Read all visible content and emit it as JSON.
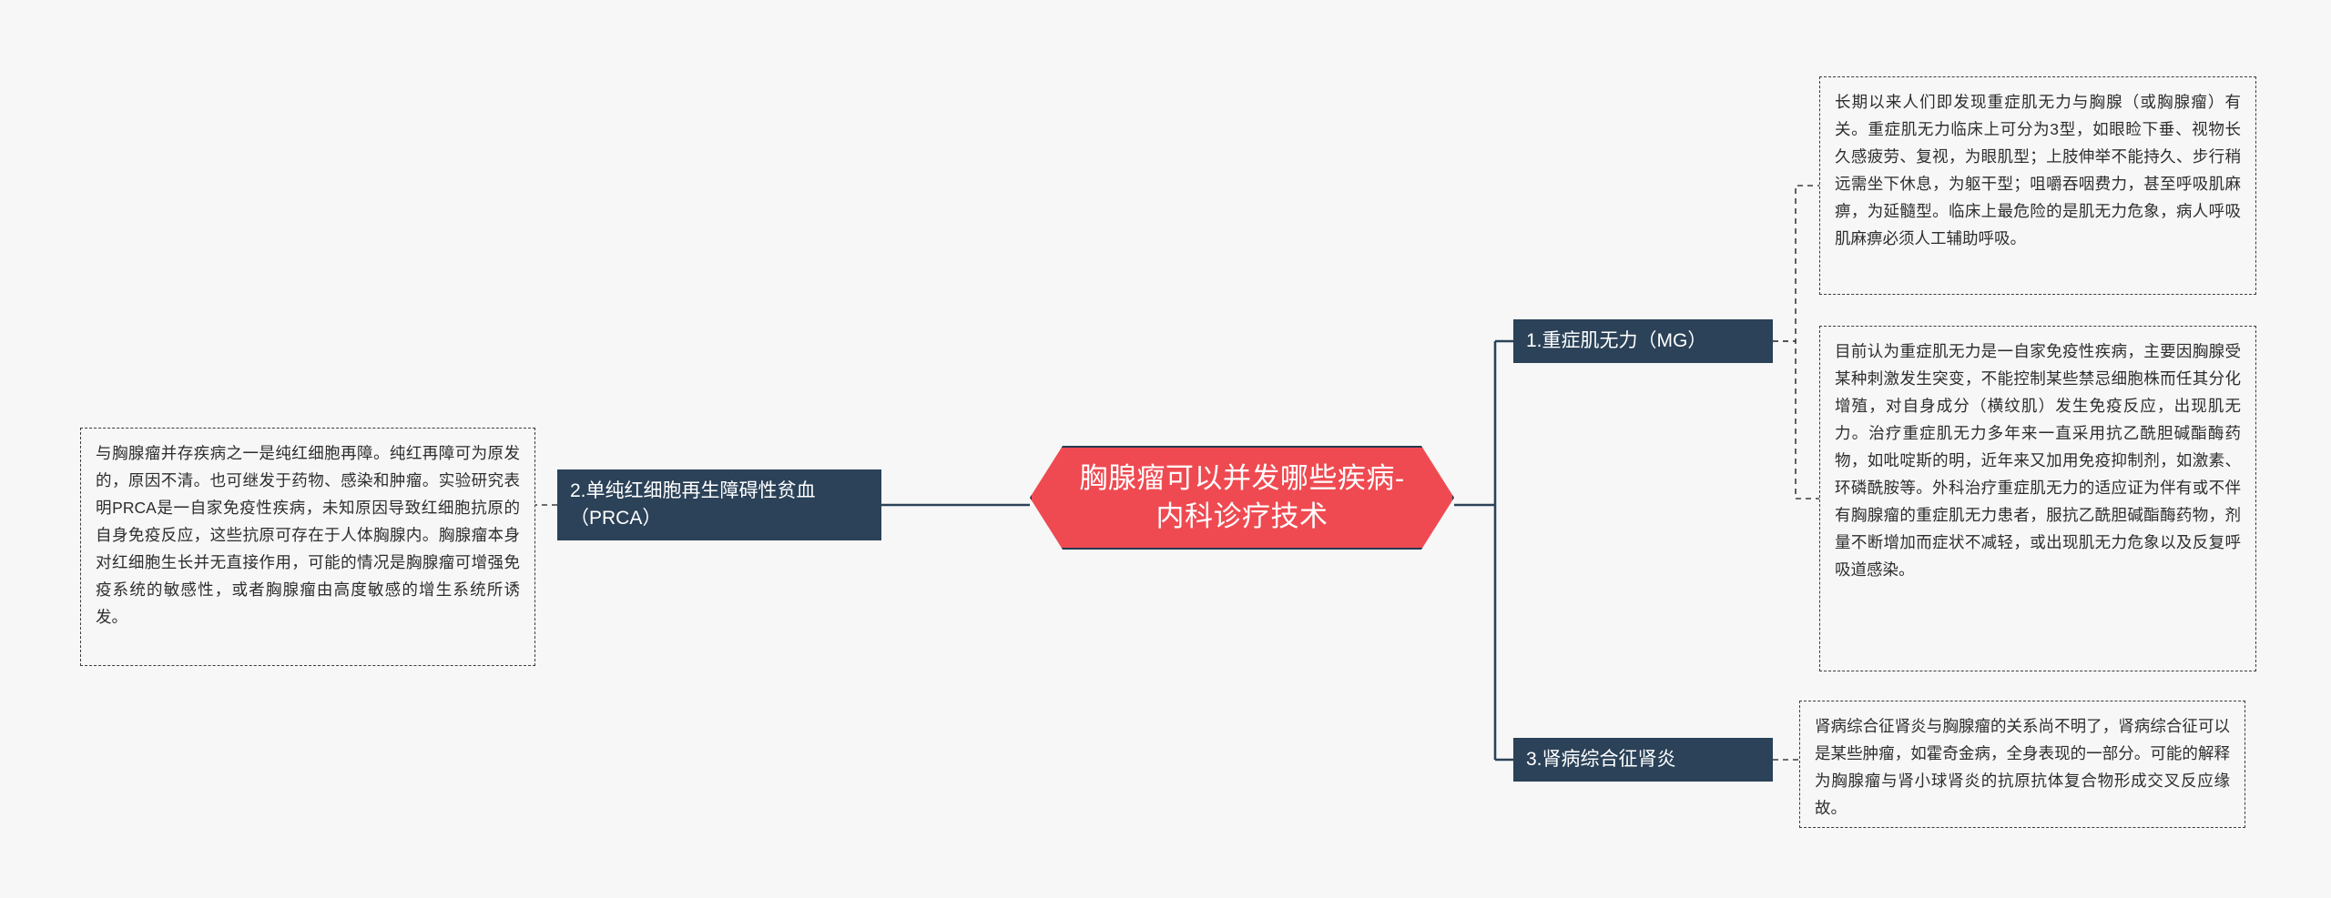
{
  "center": {
    "title": "胸腺瘤可以并发哪些疾病-内科诊疗技术",
    "fill": "#ef4a51",
    "stroke": "#253a52"
  },
  "branches": [
    {
      "id": "prca",
      "label": "2.单纯红细胞再生障碍性贫血（PRCA）",
      "fill": "#2b4258"
    },
    {
      "id": "mg",
      "label": "1.重症肌无力（MG）",
      "fill": "#2b4258"
    },
    {
      "id": "kidney",
      "label": "3.肾病综合征肾炎",
      "fill": "#2b4258"
    }
  ],
  "notes": [
    {
      "id": "prca",
      "text": "与胸腺瘤并存疾病之一是纯红细胞再障。纯红再障可为原发的，原因不清。也可继发于药物、感染和肿瘤。实验研究表明PRCA是一自家免疫性疾病，未知原因导致红细胞抗原的自身免疫反应，这些抗原可存在于人体胸腺内。胸腺瘤本身对红细胞生长并无直接作用，可能的情况是胸腺瘤可增强免疫系统的敏感性，或者胸腺瘤由高度敏感的增生系统所诱发。"
    },
    {
      "id": "mg-1",
      "text": "长期以来人们即发现重症肌无力与胸腺（或胸腺瘤）有关。重症肌无力临床上可分为3型，如眼睑下垂、视物长久感疲劳、复视，为眼肌型；上肢伸举不能持久、步行稍远需坐下休息，为躯干型；咀嚼吞咽费力，甚至呼吸肌麻痹，为延髓型。临床上最危险的是肌无力危象，病人呼吸肌麻痹必须人工辅助呼吸。"
    },
    {
      "id": "mg-2",
      "text": "目前认为重症肌无力是一自家免疫性疾病，主要因胸腺受某种刺激发生突变，不能控制某些禁忌细胞株而任其分化增殖，对自身成分（横纹肌）发生免疫反应，出现肌无力。治疗重症肌无力多年来一直采用抗乙酰胆碱酯酶药物，如吡啶斯的明，近年来又加用免疫抑制剂，如激素、环磷酰胺等。外科治疗重症肌无力的适应证为伴有或不伴有胸腺瘤的重症肌无力患者，服抗乙酰胆碱酯酶药物，剂量不断增加而症状不减轻，或出现肌无力危象以及反复呼吸道感染。"
    },
    {
      "id": "kidney",
      "text": "肾病综合征肾炎与胸腺瘤的关系尚不明了，肾病综合征可以是某些肿瘤，如霍奇金病，全身表现的一部分。可能的解释为胸腺瘤与肾小球肾炎的抗原抗体复合物形成交叉反应缘故。"
    }
  ],
  "connectors": {
    "color": "#2b4258"
  }
}
